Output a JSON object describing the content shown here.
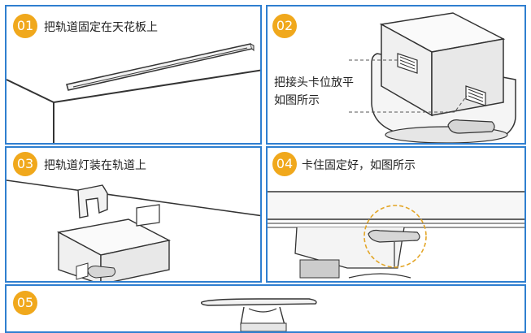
{
  "colors": {
    "border": "#2f7fd0",
    "badge": "#f0a81c",
    "highlight": "#e3a628",
    "line": "#333333"
  },
  "steps": [
    {
      "number": "01",
      "text": "把轨道固定在天花板上"
    },
    {
      "number": "02",
      "text_lines": [
        "把接头卡位放平",
        "如图所示"
      ]
    },
    {
      "number": "03",
      "text": "把轨道灯装在轨道上"
    },
    {
      "number": "04",
      "text": "卡住固定好，如图所示"
    },
    {
      "number": "05",
      "text": ""
    }
  ]
}
